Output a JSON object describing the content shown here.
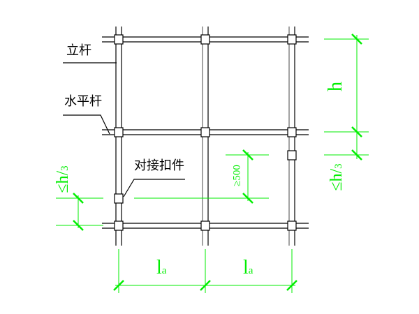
{
  "labels": {
    "vertical_pole": "立杆",
    "horizontal_bar": "水平杆",
    "butt_coupler": "对接扣件"
  },
  "dimensions": {
    "spacing_left_main": "l",
    "spacing_left_sub": "a",
    "spacing_right_main": "l",
    "spacing_right_sub": "a",
    "height": "h",
    "offset_left_prefix": "≤h/",
    "offset_left_sub": "3",
    "offset_right_prefix": "≤h/",
    "offset_right_sub": "3",
    "stagger": "≥500"
  },
  "colors": {
    "structure": "#000000",
    "dimension": "#00ee00"
  }
}
